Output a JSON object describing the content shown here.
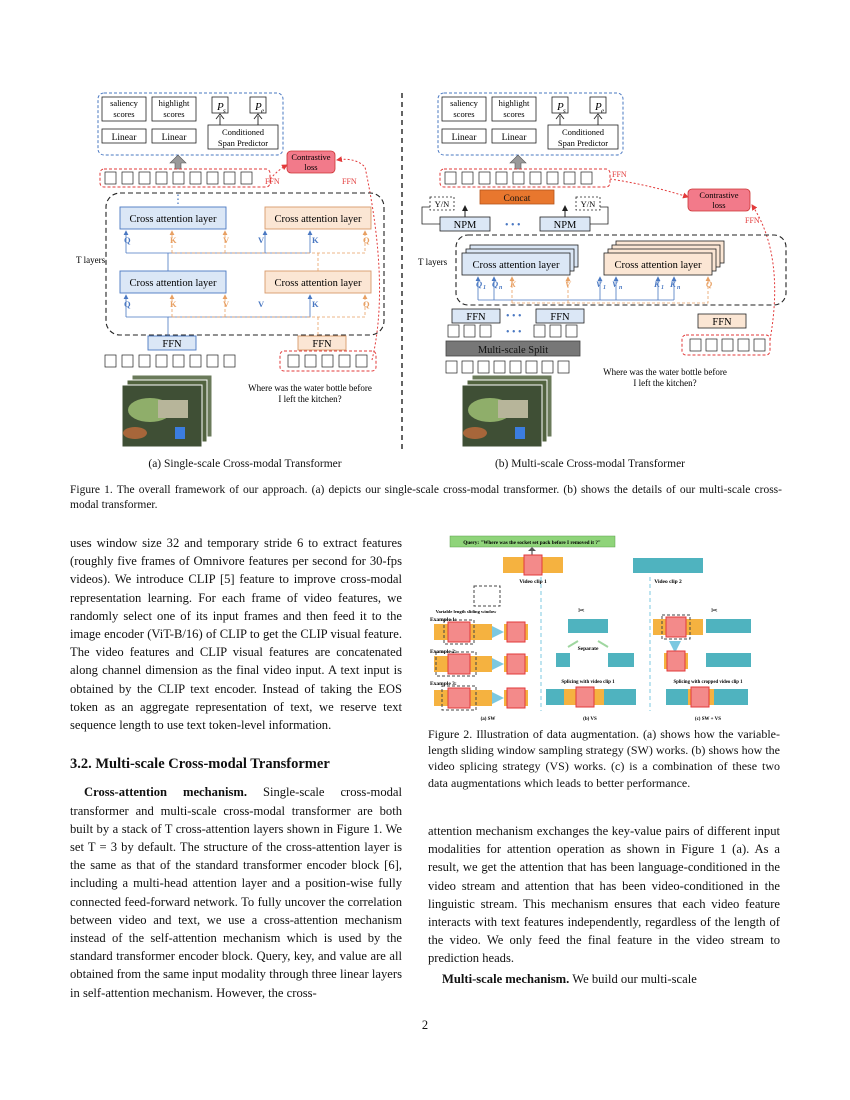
{
  "figure1": {
    "left": {
      "saliency_label": [
        "saliency",
        "scores"
      ],
      "highlight_label": [
        "highlight",
        "scores"
      ],
      "ps_label": "P",
      "ps_sub": "s",
      "pe_label": "P",
      "pe_sub": "e",
      "linear1": "Linear",
      "linear2": "Linear",
      "span_predictor": [
        "Conditioned",
        "Span Predictor"
      ],
      "contrastive": [
        "Contrastive",
        "loss"
      ],
      "ffn_tag_left": "FFN",
      "ffn_tag_right": "FFN",
      "cross_attn": "Cross attention layer",
      "t_layers": "T layers",
      "q": "Q",
      "k": "K",
      "v": "V",
      "ffn": "FFN",
      "query_text": [
        "Where was the water bottle before",
        "I left the kitchen?"
      ]
    },
    "right": {
      "yn": "Y/N",
      "concat": "Concat",
      "npm": "NPM",
      "dots": "• • •",
      "ffn": "FFN",
      "multiscale_split": "Multi-scale Split",
      "t_layers": "T layers",
      "q1": "Q",
      "qn": "Q",
      "k1": "K",
      "kn": "K",
      "v1": "V",
      "vn": "V",
      "sub1": "1",
      "subn": "n",
      "k_plain": "K",
      "v_plain": "V",
      "q_plain": "Q",
      "ffn_tag": "FFN",
      "contrastive_ffn": "FFN"
    },
    "caption_a": "(a) Single-scale Cross-modal Transformer",
    "caption_b": "(b) Multi-scale Cross-modal Transformer"
  },
  "figure1_caption": "Figure 1.   The overall framework of our approach.  (a) depicts our single-scale cross-modal transformer.  (b) shows the details of our multi-scale cross-modal transformer.",
  "left_col": {
    "p1": "uses window size 32 and temporary stride 6 to extract features (roughly five frames of Omnivore features per second for 30-fps videos). We introduce CLIP [5] feature to improve cross-modal representation learning. For each frame of video features, we randomly select one of its input frames and then feed it to the image encoder (ViT-B/16) of CLIP to get the CLIP visual feature. The video features and CLIP visual features are concatenated along channel dimension as the final video input. A text input is obtained by the CLIP text encoder. Instead of taking the EOS token as an aggregate representation of text, we reserve text sequence length to use text token-level information.",
    "heading": "3.2. Multi-scale Cross-modal Transformer",
    "p2_lead": "Cross-attention mechanism.",
    "p2": " Single-scale cross-modal transformer and multi-scale cross-modal transformer are both built by a stack of T cross-attention layers shown in Figure 1. We set T = 3 by default. The structure of the cross-attention layer is the same as that of the standard transformer encoder block [6], including a multi-head attention layer and a position-wise fully connected feed-forward network. To fully uncover the correlation between video and text, we use a cross-attention mechanism instead of the self-attention mechanism which is used by the standard transformer encoder block. Query, key, and value are all obtained from the same input modality through three linear layers in self-attention mechanism. However, the cross-"
  },
  "figure2": {
    "query": "Query: \"Where was the socket set pack before I removed it ?\"",
    "clip1": "Video clip 1",
    "clip2": "Video clip 2",
    "window": "Variable length sliding window",
    "ex1": "Example 1:",
    "ex2": "Example 2:",
    "ex3": "Example 3:",
    "separate": "Separate",
    "splice1": "Splicing with video clip 1",
    "splice2": "Splicing with cropped video clip 1",
    "a": "(a)  SW",
    "b": "(b) VS",
    "c": "(c) SW + VS"
  },
  "figure2_caption": "Figure 2.   Illustration of data augmentation.  (a) shows how the variable-length sliding window sampling strategy (SW) works. (b) shows how the video splicing strategy (VS) works. (c) is a combination of these two data augmentations which leads to better performance.",
  "right_col": {
    "p1": "attention mechanism exchanges the key-value pairs of different input modalities for attention operation as shown in Figure 1 (a). As a result, we get the attention that has been language-conditioned in the video stream and attention that has been video-conditioned in the linguistic stream. This mechanism ensures that each video feature interacts with text features independently, regardless of the length of the video. We only feed the final feature in the video stream to prediction heads.",
    "p2_lead": "Multi-scale mechanism.",
    "p2": " We build our multi-scale"
  },
  "page_number": "2",
  "colors": {
    "blue": "#4a78c2",
    "peach": "#f3c9a1",
    "red": "#e23a3a",
    "pink": "#f27a8a",
    "orange": "#e8772e",
    "teal": "#4fb3bf",
    "gold": "#f5b240"
  }
}
